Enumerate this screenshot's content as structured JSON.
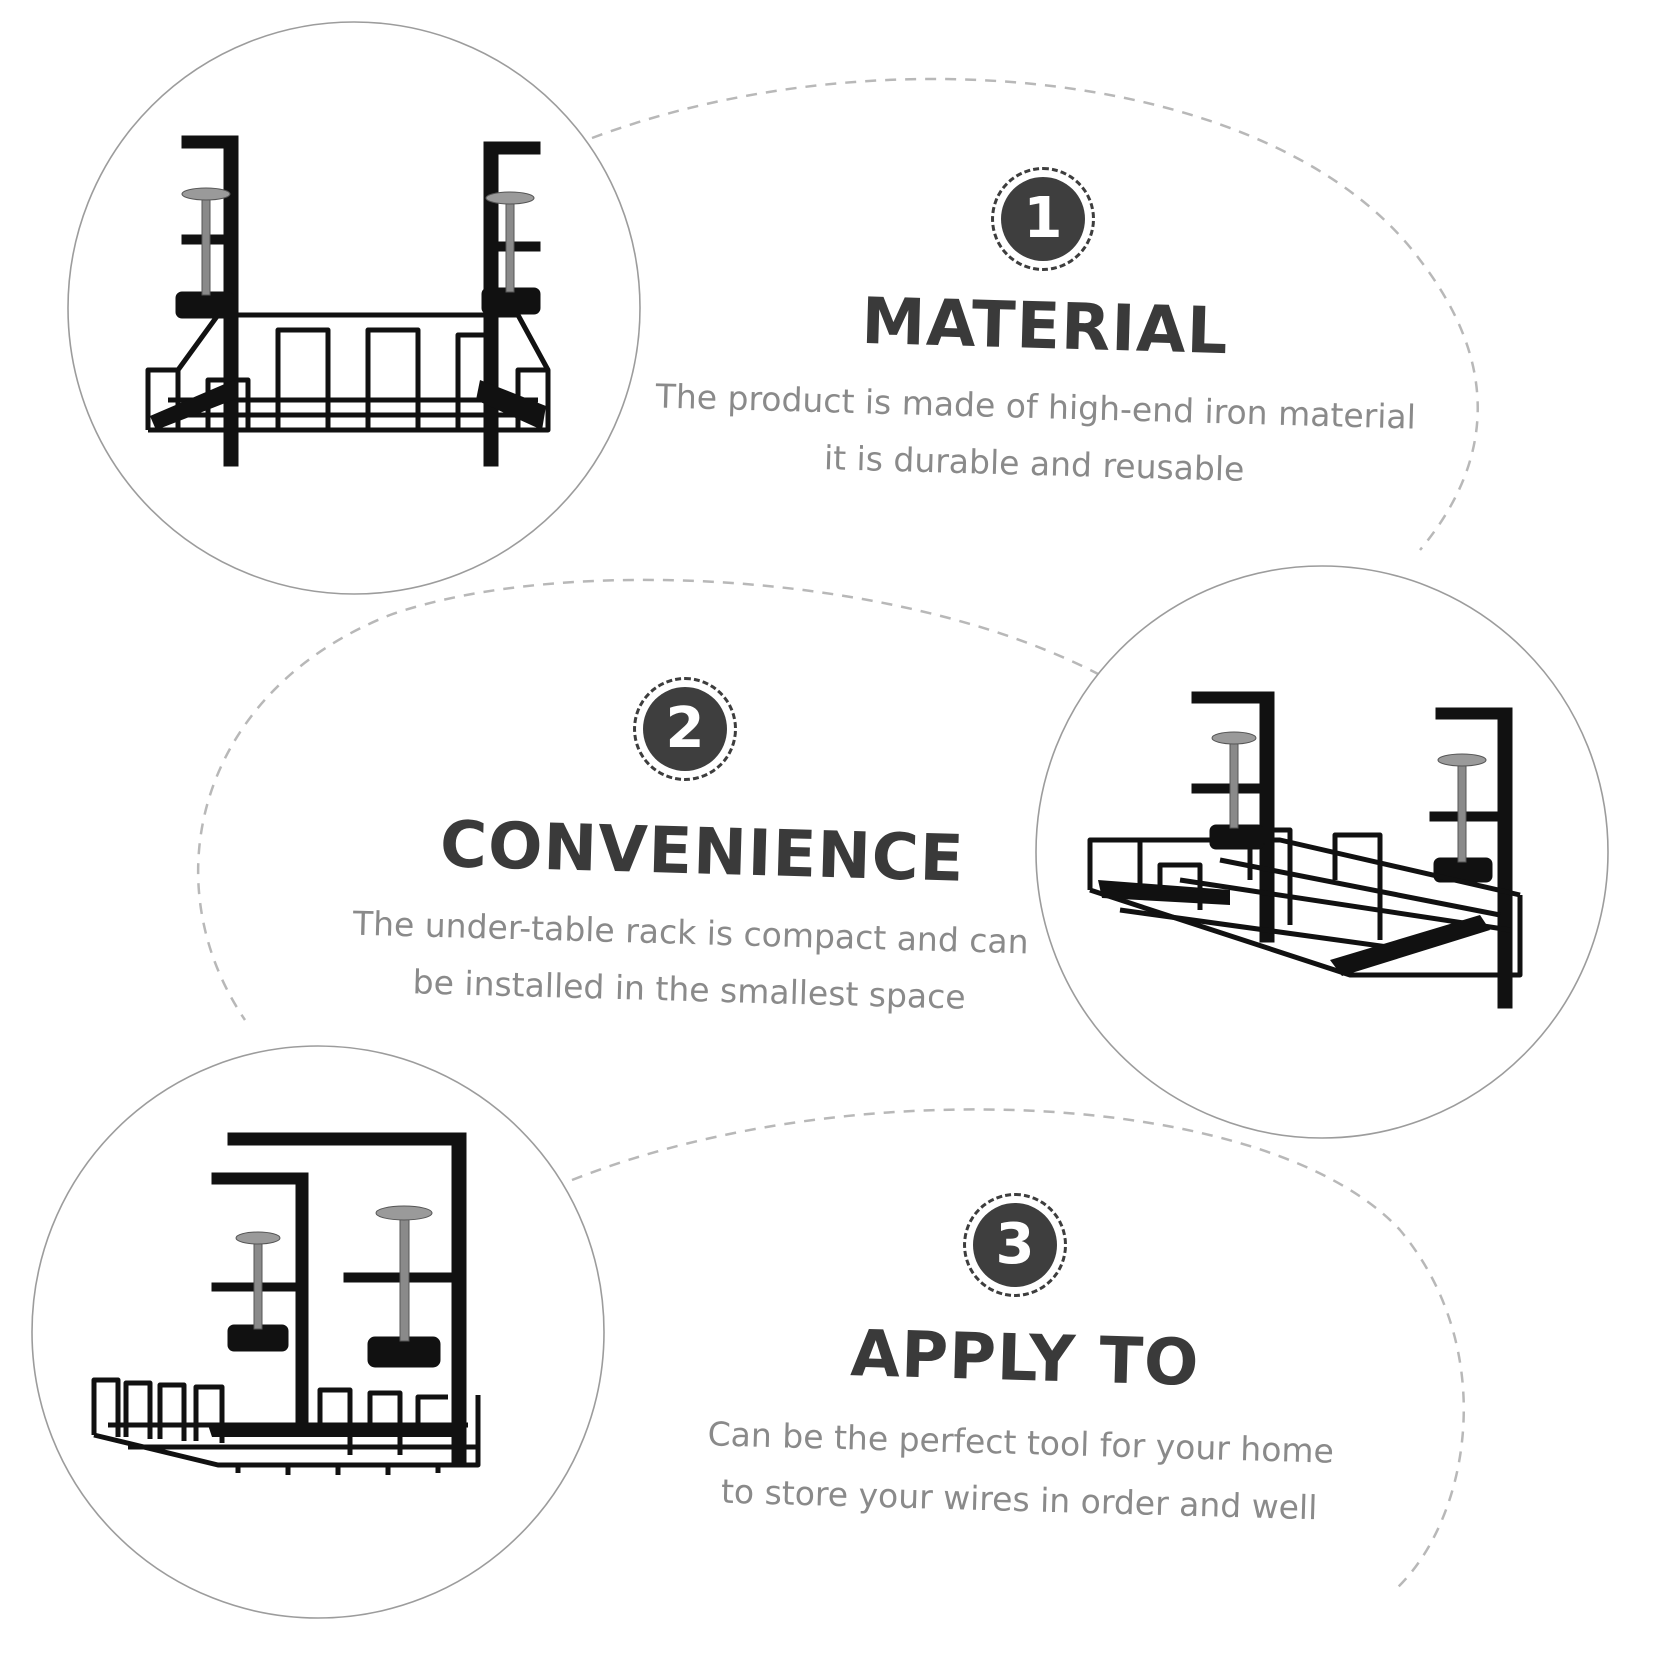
{
  "features": [
    {
      "number": "1",
      "title": "MATERIAL",
      "lines": [
        "The product is made of high-end iron material",
        "it is durable and reusable"
      ]
    },
    {
      "number": "2",
      "title": "CONVENIENCE",
      "lines": [
        "The under-table rack is compact and can",
        "be installed in the smallest space"
      ]
    },
    {
      "number": "3",
      "title": "APPLY TO",
      "lines": [
        "Can be the perfect tool for your home",
        "to store your wires in order and well"
      ]
    }
  ],
  "colors": {
    "badge": "#3e3e3e",
    "heading": "#3a3a3a",
    "body_text": "#8a8a8a",
    "outline": "#b4b4b4",
    "product": "#111111"
  },
  "icons": [
    "under-desk-cable-tray-photo"
  ]
}
